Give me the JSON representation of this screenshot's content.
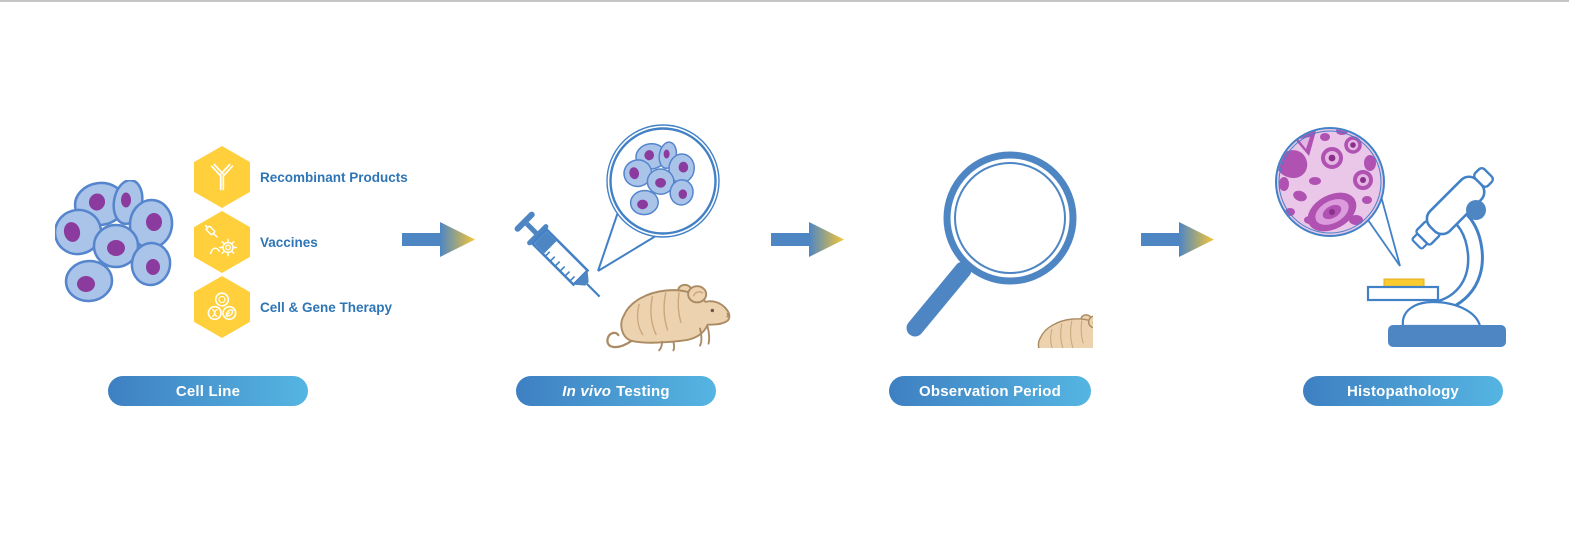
{
  "page": {
    "type": "workflow-diagram",
    "background": "#ffffff",
    "top_border_color": "#c6c6c6"
  },
  "stages": [
    {
      "name": "Cell Line",
      "pill_label": "Cell Line",
      "illustration": "cell-cluster",
      "products": [
        {
          "icon": "antibody-icon",
          "label": "Recombinant Products"
        },
        {
          "icon": "syringe-virus-icon",
          "label": "Vaccines"
        },
        {
          "icon": "cell-dna-leaf-icon",
          "label": "Cell & Gene Therapy"
        }
      ]
    },
    {
      "name": "In vivo Testing",
      "pill_label_italic": "In vivo",
      "pill_label_bold": "Testing",
      "illustration": "syringe-mouse-with-magnified-cells"
    },
    {
      "name": "Observation Period",
      "pill_label": "Observation Period",
      "illustration": "magnifier-over-mouse"
    },
    {
      "name": "Histopathology",
      "pill_label": "Histopathology",
      "illustration": "microscope-with-histology-slide"
    }
  ],
  "arrows": {
    "count": 3,
    "direction": "right"
  },
  "colors": {
    "accent_blue_stroke": "#4281C6",
    "accent_blue_fill": "#4E86C4",
    "cell_fill": "#A9C3E9",
    "cell_stroke": "#5585CD",
    "nucleus_purple": "#8B3A9E",
    "hexagon_yellow": "#FFD03C",
    "label_blue": "#2E75B6",
    "pill_gradient_start": "#3E80C2",
    "pill_gradient_end": "#55B5E2",
    "arrow_blue": "#4E86C4",
    "arrow_yellow": "#F5C636",
    "mouse_tan": "#EDD2B0",
    "mouse_outline": "#AA8B63",
    "histology_purple": "#B052B2",
    "histology_pink": "#EAC6E9",
    "slide_yellow": "#F9CB2E"
  }
}
